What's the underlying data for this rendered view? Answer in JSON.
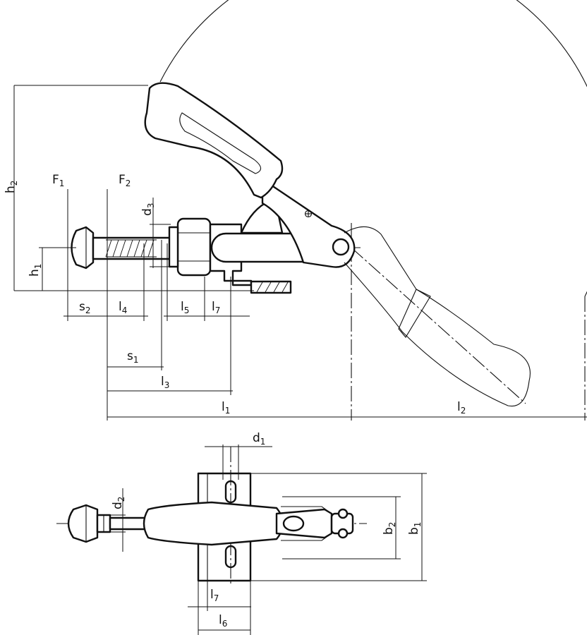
{
  "labels": {
    "h2": {
      "main": "h",
      "sub": "2"
    },
    "h1": {
      "main": "h",
      "sub": "1"
    },
    "F1": {
      "main": "F",
      "sub": "1"
    },
    "F2": {
      "main": "F",
      "sub": "2"
    },
    "d3": {
      "main": "d",
      "sub": "3"
    },
    "s2": {
      "main": "s",
      "sub": "2"
    },
    "l4": {
      "main": "l",
      "sub": "4"
    },
    "l5": {
      "main": "l",
      "sub": "5"
    },
    "l7_top": {
      "main": "l",
      "sub": "7"
    },
    "s1": {
      "main": "s",
      "sub": "1"
    },
    "l3": {
      "main": "l",
      "sub": "3"
    },
    "l1": {
      "main": "l",
      "sub": "1"
    },
    "l2": {
      "main": "l",
      "sub": "2"
    },
    "d1": {
      "main": "d",
      "sub": "1"
    },
    "d2": {
      "main": "d",
      "sub": "2"
    },
    "b2": {
      "main": "b",
      "sub": "2"
    },
    "b1": {
      "main": "b",
      "sub": "1"
    },
    "l7_bottom": {
      "main": "l",
      "sub": "7"
    },
    "l6": {
      "main": "l",
      "sub": "6"
    }
  }
}
